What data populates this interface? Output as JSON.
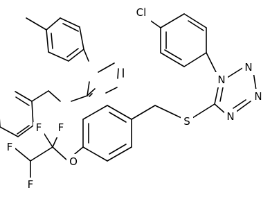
{
  "atoms": {
    "cl": "Cl",
    "n1": "N",
    "n2": "N",
    "n3": "N",
    "n4": "N",
    "s": "S",
    "o": "O",
    "f1": "F",
    "f2": "F",
    "f3": "F",
    "f4": "F"
  }
}
